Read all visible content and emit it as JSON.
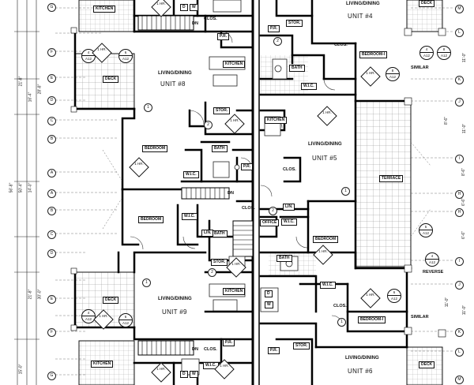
{
  "units": {
    "unit4": "UNIT #4",
    "unit5": "UNIT #5",
    "unit6": "UNIT #6",
    "unit8": "UNIT #8",
    "unit9": "UNIT #9"
  },
  "rooms": {
    "living_dining": "LIVING/DINING",
    "kitchen": "KITCHEN",
    "bedroom": "BEDROOM",
    "bedroom_1": "BEDROOM-I",
    "deck": "DECK",
    "terrace": "TERRACE",
    "bath": "BATH",
    "wic": "W.I.C.",
    "stor": "STOR.",
    "clos": "CLOS.",
    "pr": "P.R.",
    "office": "OFFICE",
    "lin": "LIN.",
    "dn": "DN",
    "d": "D",
    "w": "W"
  },
  "notes": {
    "similar": "SIMILAR",
    "reverse": "REVERSE"
  },
  "section_refs": {
    "a12": "A12",
    "n4": "4",
    "n5": "5",
    "n6": "6",
    "n8": "8",
    "hr1": "1 HR.",
    "hr2": "2 HR.",
    "w1": "W",
    "n1": "1",
    "n2": "2"
  },
  "grid_left": [
    "G",
    "F",
    "E",
    "D",
    "C",
    "B",
    "A",
    "A",
    "B",
    "C",
    "D",
    "E",
    "F",
    "G"
  ],
  "grid_right": [
    "M",
    "L",
    "K",
    "J",
    "I",
    "H",
    "H",
    "I",
    "J",
    "K",
    "L",
    "M"
  ],
  "dims_left": {
    "d1": "21'-8\"",
    "d2": "16'-4\"",
    "d3": "28'-8\"",
    "d4": "50'-4\"",
    "d5": "14'-0\"",
    "d6": "21'-8\"",
    "d7": "30'-0\"",
    "d8": "15'-0\"",
    "d9": "56'-8\""
  },
  "dims_right": {
    "r1": "11'-0\"",
    "r2": "11'-0\"",
    "r3": "8'-6\"",
    "r4": "6'-6\"",
    "r5": "6'-6\"",
    "r6": "11'-0\"",
    "r7": "8'-6\"",
    "r8": "11'-0\""
  }
}
